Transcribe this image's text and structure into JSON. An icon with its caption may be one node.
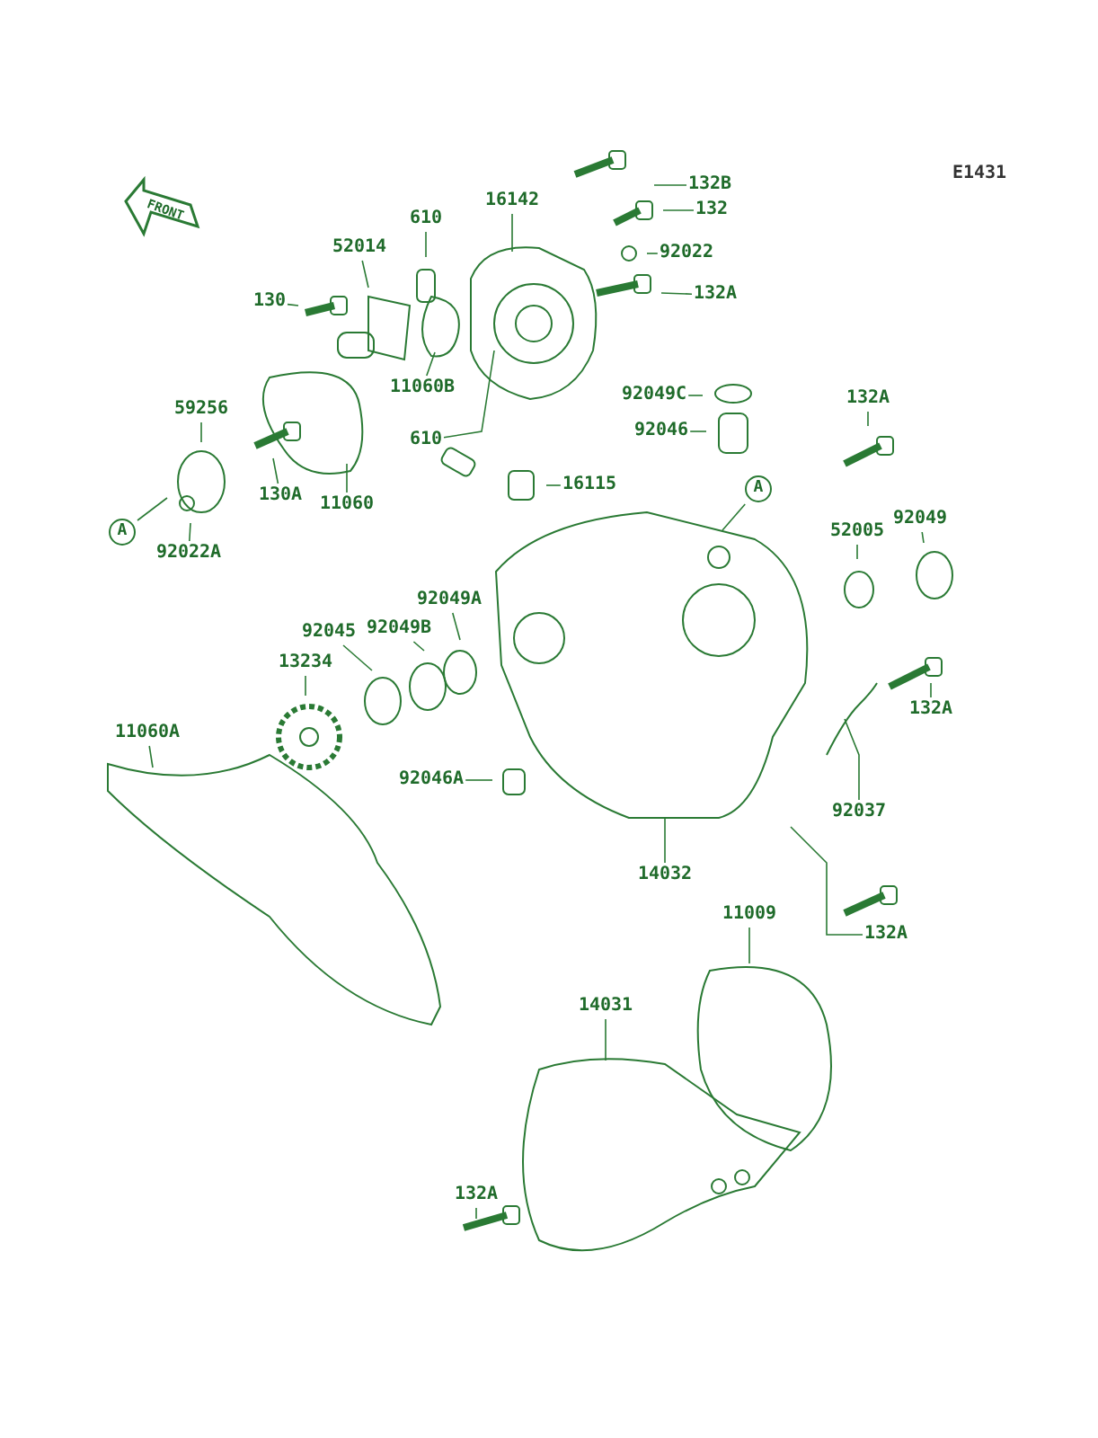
{
  "diagram": {
    "nodes": [
      {
        "text": [
          "610"
        ]
      },
      {
        "text": [
          "16142"
        ]
      },
      {
        "text": [
          "132B"
        ]
      },
      {
        "text": [
          "52014"
        ]
      },
      {
        "text": [
          "132"
        ]
      },
      {
        "text": [
          "130"
        ]
      },
      {
        "text": [
          "92022"
        ]
      },
      {
        "text": [
          "132A"
        ]
      },
      {
        "text": [
          "11060B"
        ]
      },
      {
        "text": [
          "610"
        ]
      },
      {
        "text": [
          "59256"
        ]
      },
      {
        "text": [
          "130A"
        ]
      },
      {
        "text": [
          "11060"
        ]
      },
      {
        "text": [
          "92049C"
        ]
      },
      {
        "text": [
          "92046"
        ]
      },
      {
        "text": [
          "132A"
        ]
      },
      {
        "text": [
          "16115"
        ]
      },
      {
        "text": [
          "A"
        ]
      },
      {
        "text": [
          "92022A"
        ]
      },
      {
        "text": [
          "A"
        ]
      },
      {
        "text": [
          "52005"
        ]
      },
      {
        "text": [
          "92049"
        ]
      },
      {
        "text": [
          "92049A"
        ]
      },
      {
        "text": [
          "92049B"
        ]
      },
      {
        "text": [
          "92045"
        ]
      },
      {
        "text": [
          "13234"
        ]
      },
      {
        "text": [
          "92046A"
        ]
      },
      {
        "text": [
          "11060A"
        ]
      },
      {
        "text": [
          "92037"
        ]
      },
      {
        "text": [
          "132A"
        ]
      },
      {
        "text": [
          "14032"
        ]
      },
      {
        "text": [
          "132A"
        ]
      },
      {
        "text": [
          "11009"
        ]
      },
      {
        "text": [
          "14031"
        ]
      },
      {
        "text": [
          "132A"
        ]
      }
    ],
    "edges": [
      {
        "from": 0,
        "to": null,
        "arrow": "none"
      },
      {
        "from": 1,
        "to": null,
        "arrow": "none"
      },
      {
        "from": 2,
        "to": null,
        "arrow": "none"
      },
      {
        "from": 3,
        "to": null,
        "arrow": "none"
      },
      {
        "from": 4,
        "to": null,
        "arrow": "none"
      },
      {
        "from": 5,
        "to": null,
        "arrow": "none"
      },
      {
        "from": 6,
        "to": null,
        "arrow": "none"
      },
      {
        "from": 7,
        "to": null,
        "arrow": "none"
      },
      {
        "from": 8,
        "to": null,
        "arrow": "none"
      },
      {
        "from": 9,
        "to": null,
        "arrow": "none"
      },
      {
        "from": 10,
        "to": null,
        "arrow": "none"
      },
      {
        "from": 11,
        "to": null,
        "arrow": "none"
      },
      {
        "from": 12,
        "to": null,
        "arrow": "none"
      },
      {
        "from": 13,
        "to": null,
        "arrow": "none"
      },
      {
        "from": 14,
        "to": null,
        "arrow": "none"
      },
      {
        "from": 15,
        "to": null,
        "arrow": "none"
      },
      {
        "from": 16,
        "to": null,
        "arrow": "none"
      },
      {
        "from": 17,
        "to": null,
        "arrow": "none"
      },
      {
        "from": 18,
        "to": null,
        "arrow": "none"
      },
      {
        "from": 19,
        "to": null,
        "arrow": "none"
      },
      {
        "from": 20,
        "to": null,
        "arrow": "none"
      },
      {
        "from": 21,
        "to": null,
        "arrow": "none"
      },
      {
        "from": 22,
        "to": null,
        "arrow": "none"
      },
      {
        "from": 23,
        "to": null,
        "arrow": "none"
      },
      {
        "from": 24,
        "to": null,
        "arrow": "none"
      },
      {
        "from": 25,
        "to": null,
        "arrow": "none"
      },
      {
        "from": 26,
        "to": null,
        "arrow": "none"
      },
      {
        "from": 27,
        "to": null,
        "arrow": "none"
      },
      {
        "from": 28,
        "to": null,
        "arrow": "none"
      },
      {
        "from": 29,
        "to": null,
        "arrow": "none"
      },
      {
        "from": 30,
        "to": null,
        "arrow": "none"
      },
      {
        "from": 31,
        "to": null,
        "arrow": "none"
      },
      {
        "from": 32,
        "to": null,
        "arrow": "none"
      },
      {
        "from": 33,
        "to": null,
        "arrow": "none"
      },
      {
        "from": 34,
        "to": null,
        "arrow": "none"
      }
    ],
    "labels": [
      "E1431",
      "FRONT"
    ]
  }
}
